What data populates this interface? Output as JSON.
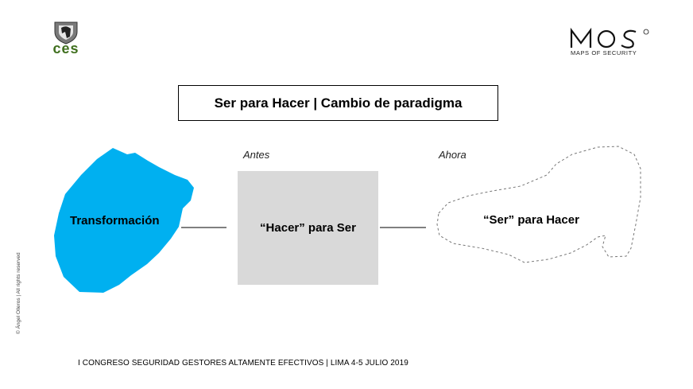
{
  "logos": {
    "ces_text": "ces",
    "mos_text": "MOS",
    "mos_subtitle": "MAPS OF SECURITY"
  },
  "title": "Ser para Hacer | Cambio de paradigma",
  "labels": {
    "antes": "Antes",
    "ahora": "Ahora"
  },
  "shapes": {
    "transformacion": "Transformación",
    "hacer_para_ser": "“Hacer” para Ser",
    "ser_para_hacer": "“Ser” para Hacer"
  },
  "copyright": "© Ángel Olleros | All rights reserved",
  "footer": "I CONGRESO SEGURIDAD GESTORES ALTAMENTE EFECTIVOS | LIMA 4-5 JULIO 2019",
  "colors": {
    "blue_shape": "#00b0f0",
    "gray_box": "#d9d9d9",
    "ces_green": "#3f6f1e"
  }
}
